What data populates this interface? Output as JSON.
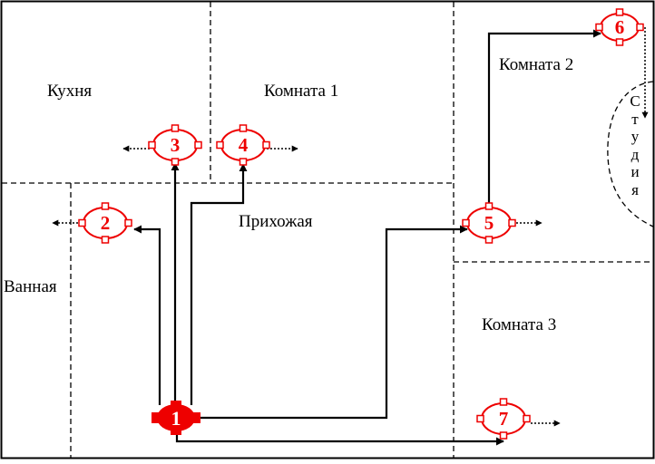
{
  "rooms": {
    "kitchen": "Кухня",
    "room1": "Комната 1",
    "room2": "Комната 2",
    "room3": "Комната 3",
    "hall": "Прихожая",
    "bath": "Ванная",
    "studio": "Студия"
  },
  "nodes": {
    "n1": "1",
    "n2": "2",
    "n3": "3",
    "n4": "4",
    "n5": "5",
    "n6": "6",
    "n7": "7"
  },
  "colors": {
    "node": "#ee0000",
    "line": "#000000",
    "background": "#ffffff"
  }
}
